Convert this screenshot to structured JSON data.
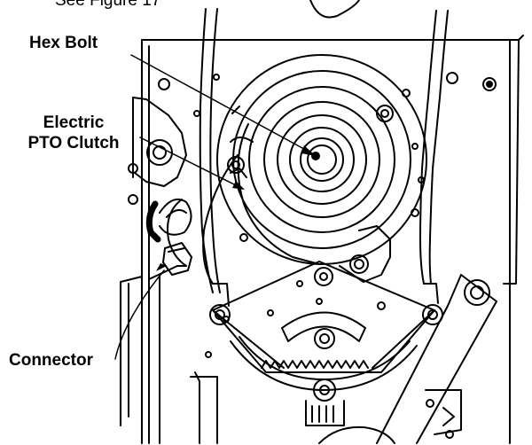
{
  "caption_top": "See Figure 17",
  "labels": {
    "hex_bolt": "Hex Bolt",
    "pto_line1": "Electric",
    "pto_line2": "PTO Clutch",
    "connector": "Connector"
  },
  "colors": {
    "ink": "#000000",
    "paper": "#ffffff"
  }
}
